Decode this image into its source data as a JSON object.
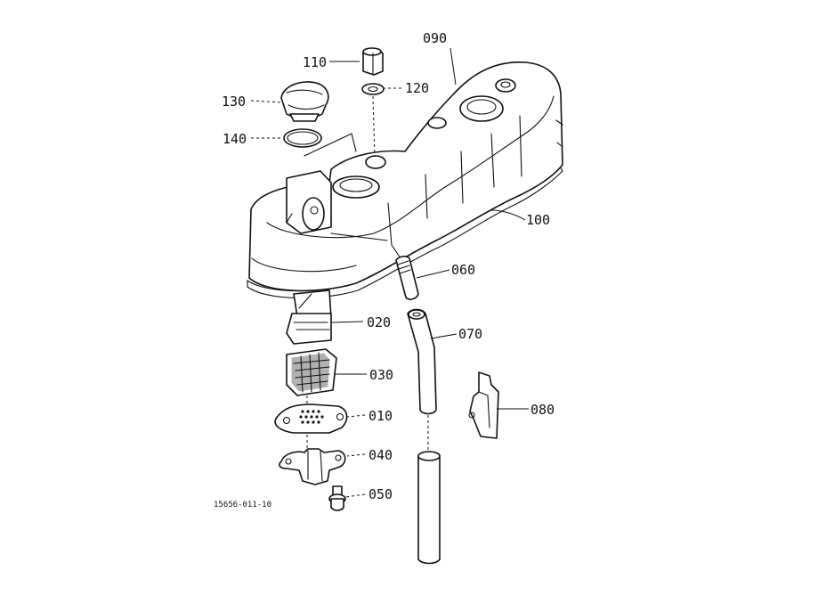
{
  "parts": [
    {
      "key": "p110",
      "label": "110"
    },
    {
      "key": "p120",
      "label": "120"
    },
    {
      "key": "p090",
      "label": "090"
    },
    {
      "key": "p130",
      "label": "130"
    },
    {
      "key": "p140",
      "label": "140"
    },
    {
      "key": "p100",
      "label": "100"
    },
    {
      "key": "p060",
      "label": "060"
    },
    {
      "key": "p020",
      "label": "020"
    },
    {
      "key": "p070",
      "label": "070"
    },
    {
      "key": "p030",
      "label": "030"
    },
    {
      "key": "p010",
      "label": "010"
    },
    {
      "key": "p080",
      "label": "080"
    },
    {
      "key": "p040",
      "label": "040"
    },
    {
      "key": "p050",
      "label": "050"
    }
  ],
  "drawing_code": "15656-011-10"
}
